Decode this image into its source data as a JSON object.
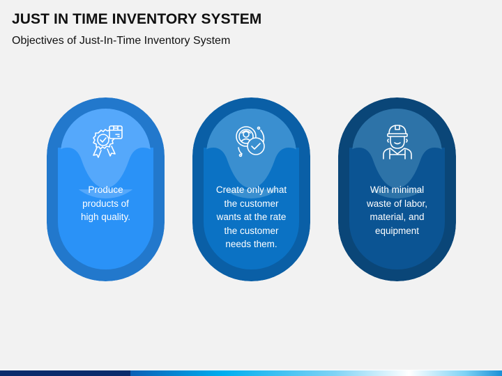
{
  "header": {
    "title": "JUST IN TIME INVENTORY SYSTEM",
    "subtitle": "Objectives of Just-In-Time Inventory System"
  },
  "cards": [
    {
      "icon": "quality-badge-box-icon",
      "text": "Produce products of high quality.",
      "lines": [
        "Produce",
        "products of",
        "high quality."
      ],
      "colors": {
        "outer": "#2278cc",
        "circle": "#55a8fb",
        "inner": "#2a92f7"
      }
    },
    {
      "icon": "customer-check-icon",
      "text": "Create only what the customer wants at the rate the customer needs them.",
      "lines": [
        "Create only what",
        "the customer",
        "wants at the rate",
        "the customer",
        "needs them."
      ],
      "colors": {
        "outer": "#0a5fa6",
        "circle": "#3a8fd0",
        "inner": "#0b72c4"
      }
    },
    {
      "icon": "worker-helmet-icon",
      "text": "With minimal waste of labor, material, and equipment",
      "lines": [
        "With minimal",
        "waste of labor,",
        "material, and",
        "equipment"
      ],
      "colors": {
        "outer": "#0a4678",
        "circle": "#2d73a8",
        "inner": "#0b5493"
      }
    }
  ]
}
